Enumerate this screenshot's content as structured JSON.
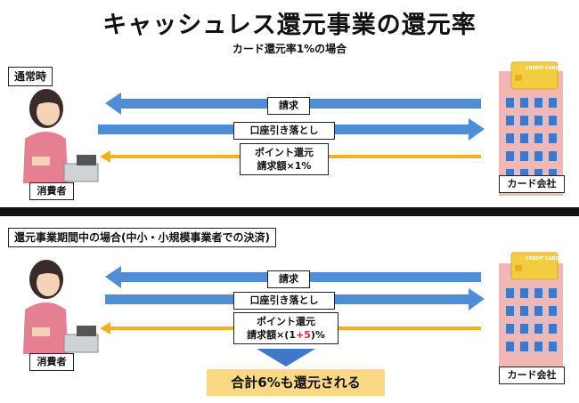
{
  "title": "キャッシュレス還元事業の還元率",
  "subtitle": "カード還元率1%の場合",
  "normal": {
    "heading": "通常時",
    "invoice": "請求",
    "debit": "口座引き落とし",
    "point_line1": "ポイント還元",
    "point_line2": "請求額×1%"
  },
  "campaign": {
    "heading": "還元事業期間中の場合(中小・小規模事業者での決済)",
    "invoice": "請求",
    "debit": "口座引き落とし",
    "point_line1": "ポイント還元",
    "point_line2_prefix": "請求額×(1",
    "point_line2_bonus": "+5",
    "point_line2_suffix": ")%",
    "total": "合計6%も還元される"
  },
  "consumer_label": "消費者",
  "company_label": "カード会社",
  "card_text": "CREDIT CARD",
  "colors": {
    "arrow_blue": "#4f8ed6",
    "arrow_yellow": "#f2b21c",
    "building": "#f0b7b5",
    "window": "#3f77c9",
    "card": "#f3cd40",
    "bonus": "#e3262f",
    "total_bg": "#fbd984",
    "down_arrow": "#3f77c9"
  }
}
